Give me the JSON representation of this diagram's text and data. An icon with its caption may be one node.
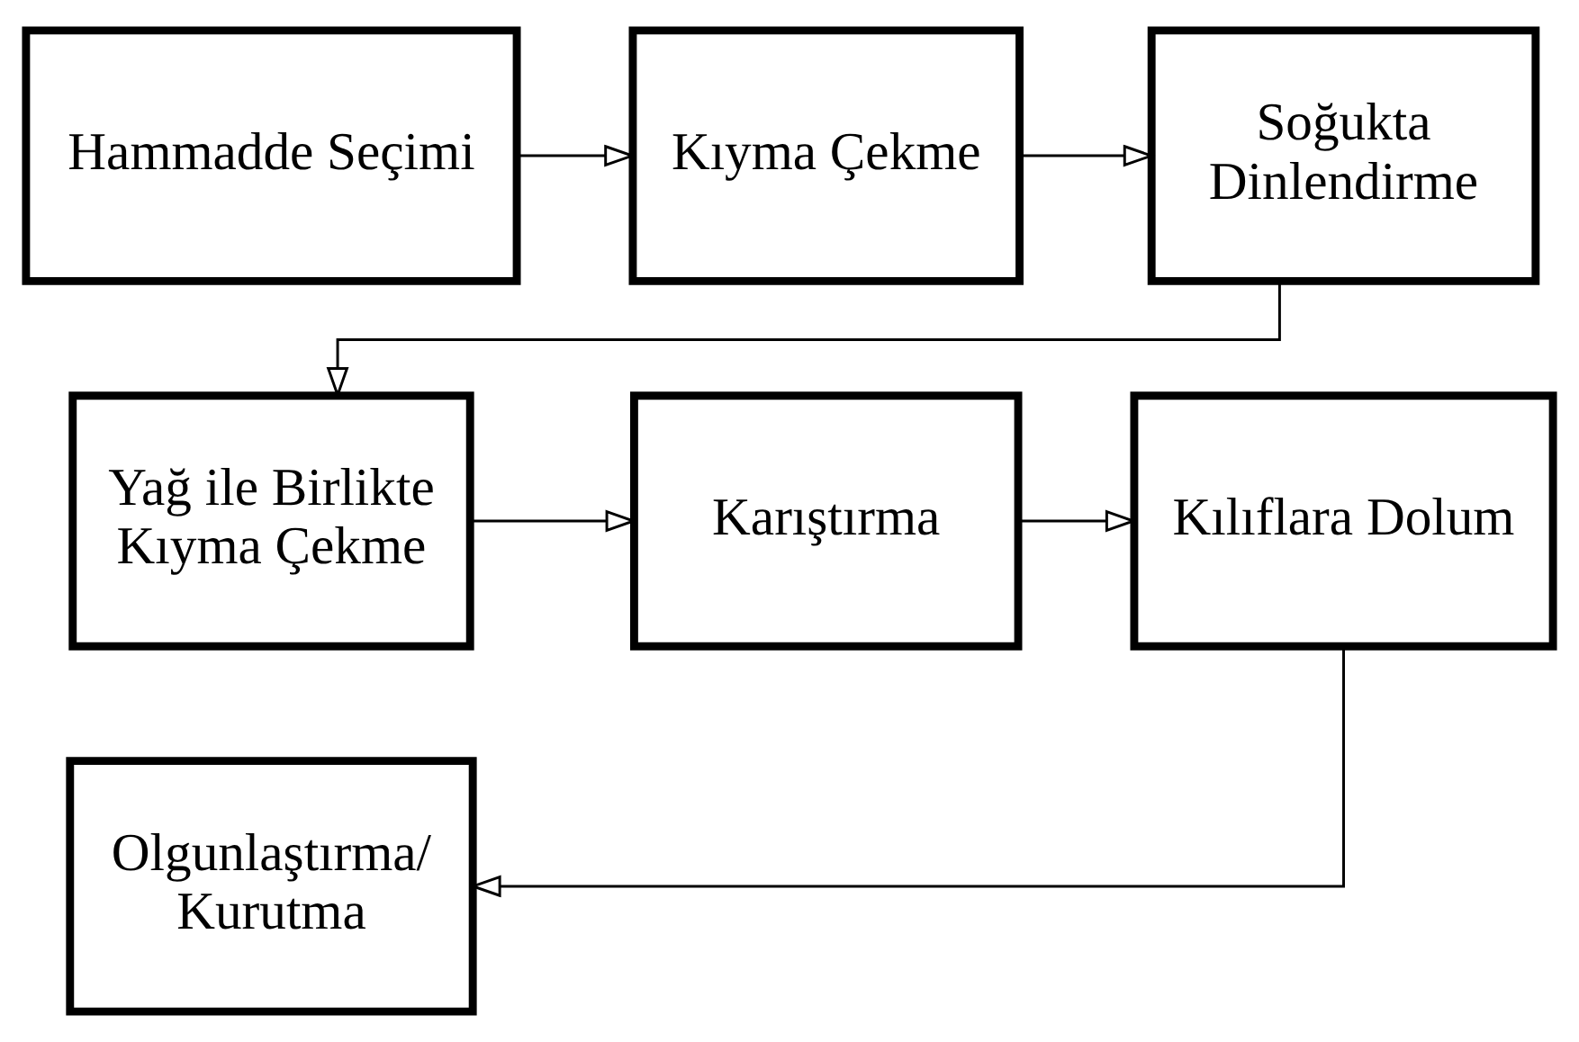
{
  "diagram": {
    "nodes": [
      {
        "text": [
          "Hammadde Seçimi"
        ]
      },
      {
        "text": [
          "Kıyma Çekme"
        ]
      },
      {
        "text": [
          "Soğukta Dinlendirme"
        ]
      },
      {
        "text": [
          "Yağ ile Birlikte Kıyma Çekme"
        ]
      },
      {
        "text": [
          "Karıştırma"
        ]
      },
      {
        "text": [
          "Kılıflara Dolum"
        ]
      },
      {
        "text": [
          "Olgunlaştırma/ Kurutma"
        ]
      }
    ],
    "edges": [
      {
        "from": 0,
        "to": 1,
        "arrow": "to"
      },
      {
        "from": 1,
        "to": 2,
        "arrow": "to"
      },
      {
        "from": 2,
        "to": 3,
        "arrow": "to"
      },
      {
        "from": 3,
        "to": 4,
        "arrow": "to"
      },
      {
        "from": 4,
        "to": 5,
        "arrow": "to"
      },
      {
        "from": 5,
        "to": 6,
        "arrow": "to"
      }
    ]
  }
}
